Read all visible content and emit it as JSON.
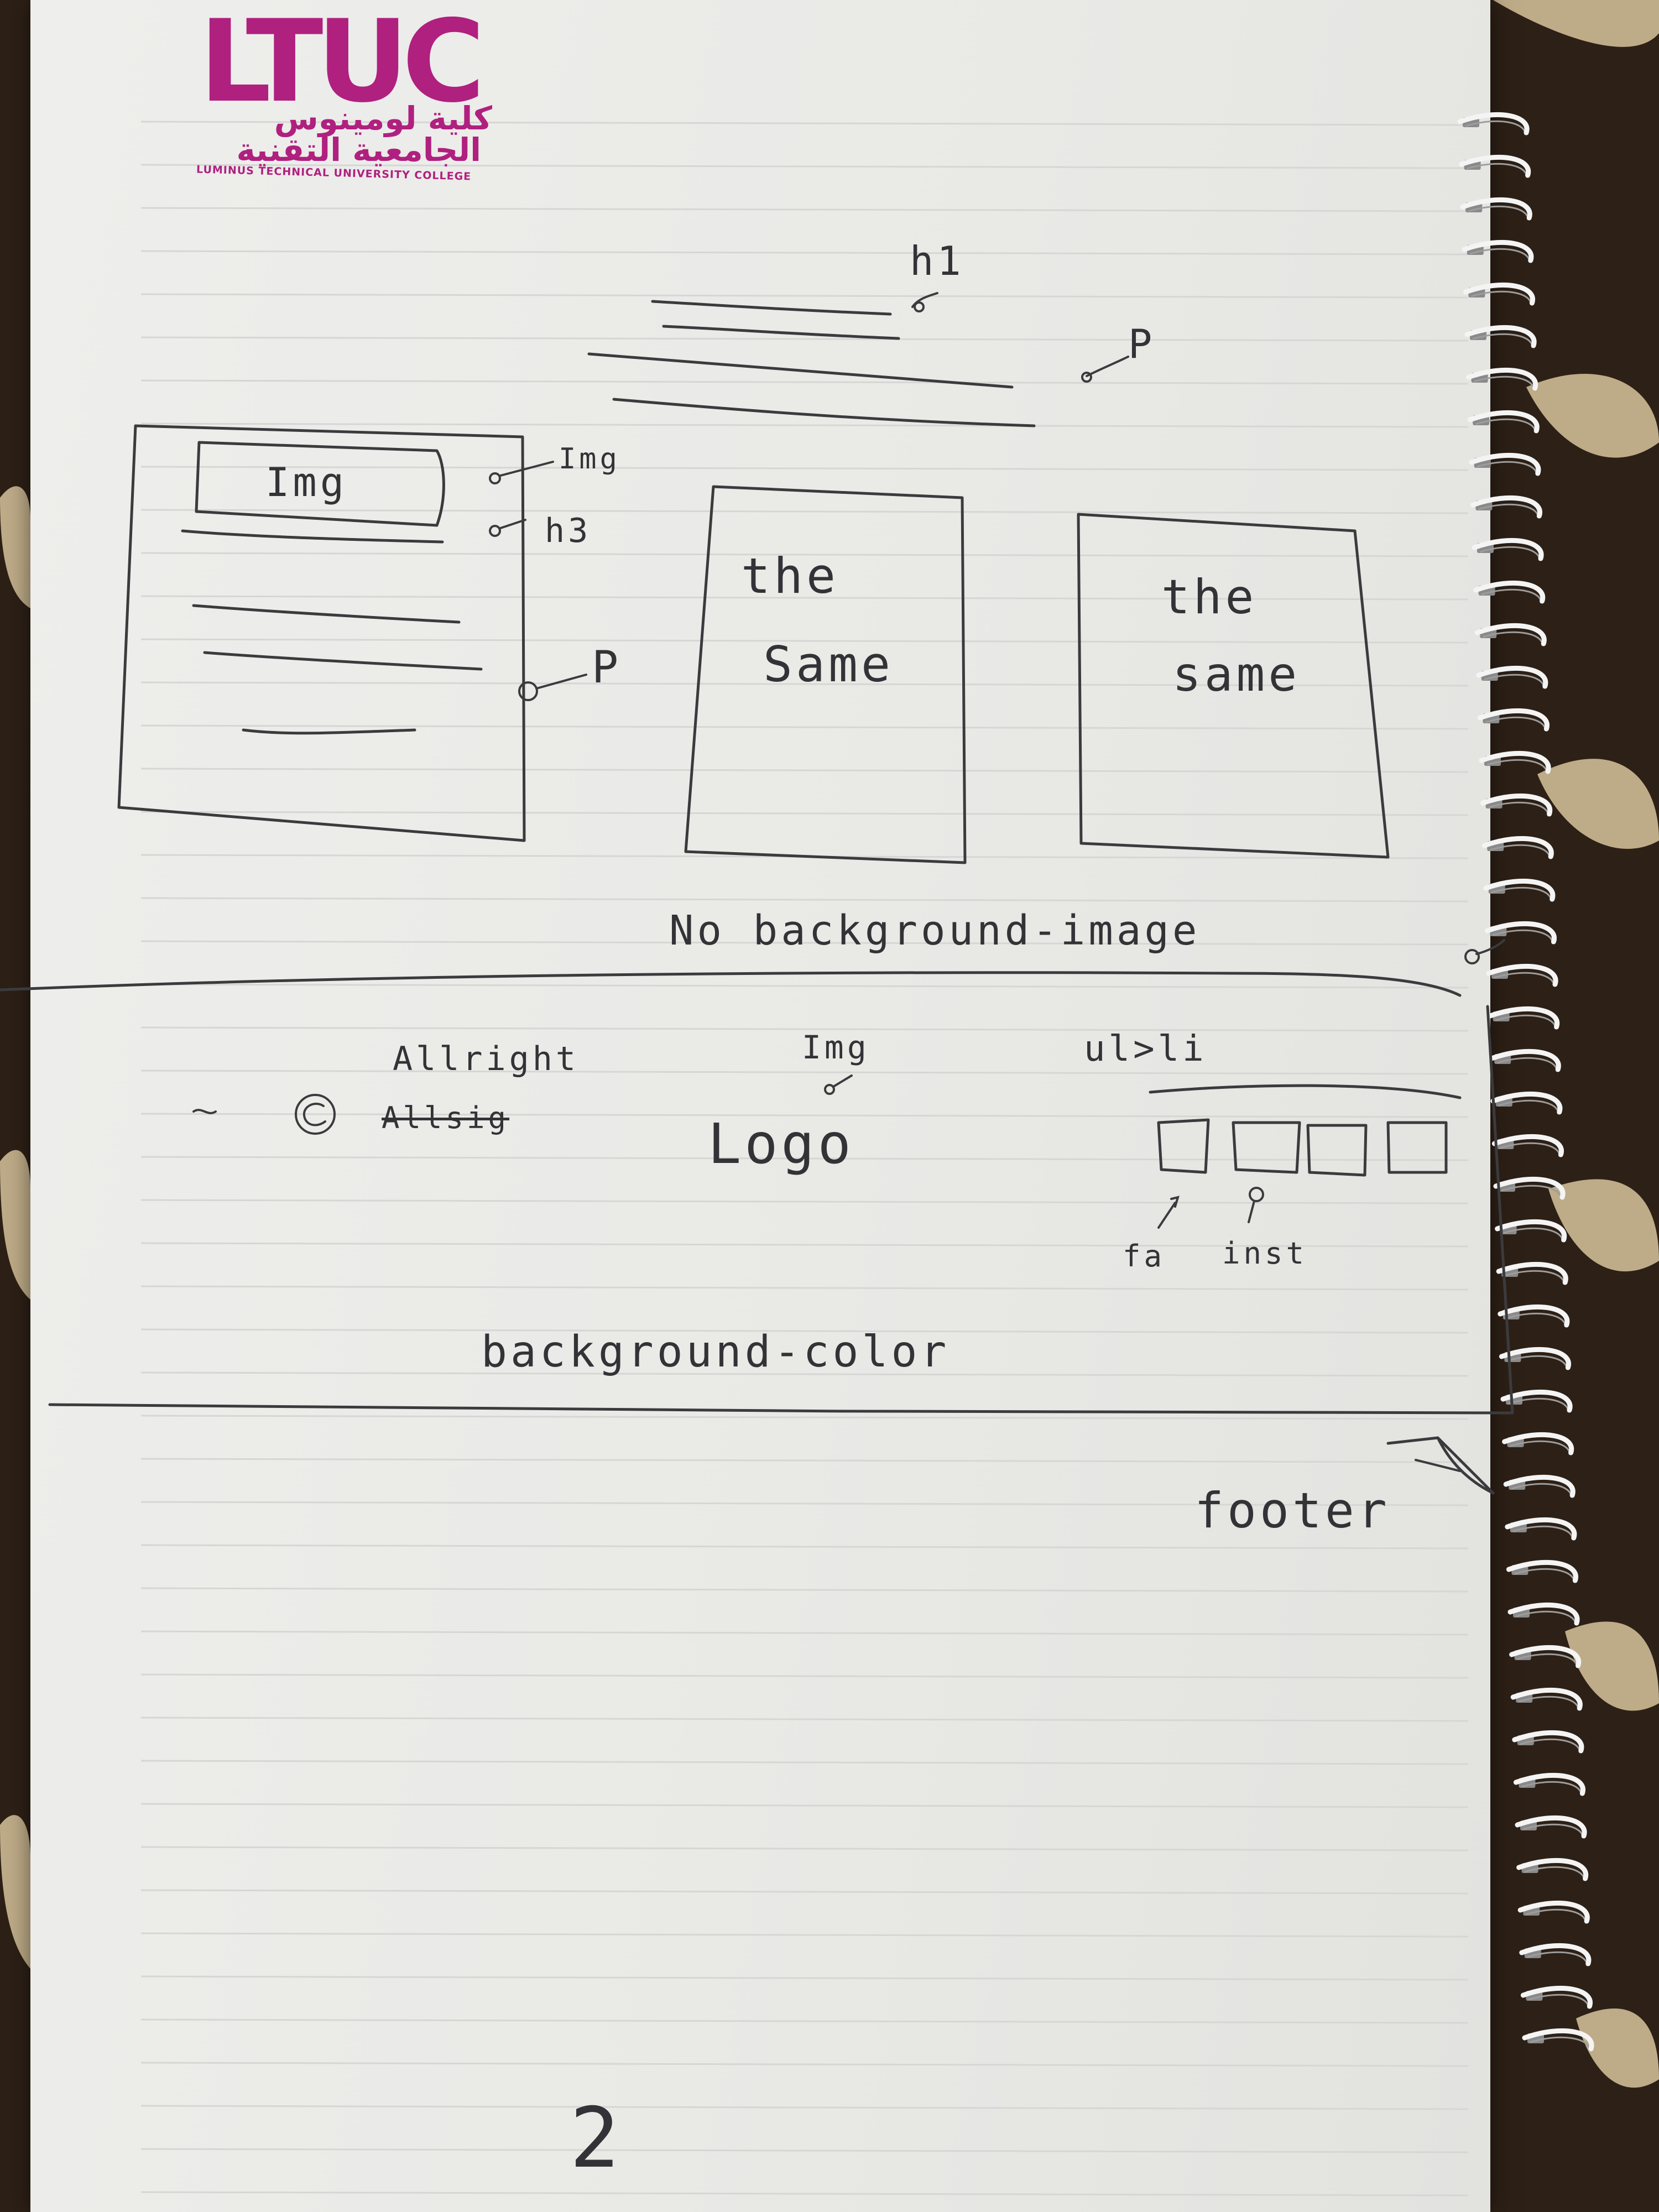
{
  "logo": {
    "mark": "LTUC",
    "arabic_line_1": "كلية لومينوس",
    "arabic_line_2": "الجامعية التقنية",
    "english": "LUMINUS TECHNICAL UNIVERSITY COLLEGE",
    "color": "#b0207f"
  },
  "header_section": {
    "h1_label": "h1",
    "p_label": "P"
  },
  "cards": {
    "img_placeholder": "Img",
    "img_label": "Img",
    "h3_label": "h3",
    "p_label": "P",
    "card2_text_1": "the",
    "card2_text_2": "Same",
    "card3_text_1": "the",
    "card3_text_2": "same"
  },
  "cards_note": "No background-image",
  "footer": {
    "copyright_text": "Allright",
    "struck_text": "Allsig",
    "img_label": "Img",
    "logo_text": "Logo",
    "list_label": "ul>li",
    "fa_label": "fa",
    "inst_label": "inst",
    "note": "background-color",
    "label": "footer"
  },
  "page_number": "2",
  "colors": {
    "paper": "#eeeeec",
    "ink": "#3b3b3e",
    "rule_lines": "#d6d6d4",
    "background": "#2a1d14"
  }
}
